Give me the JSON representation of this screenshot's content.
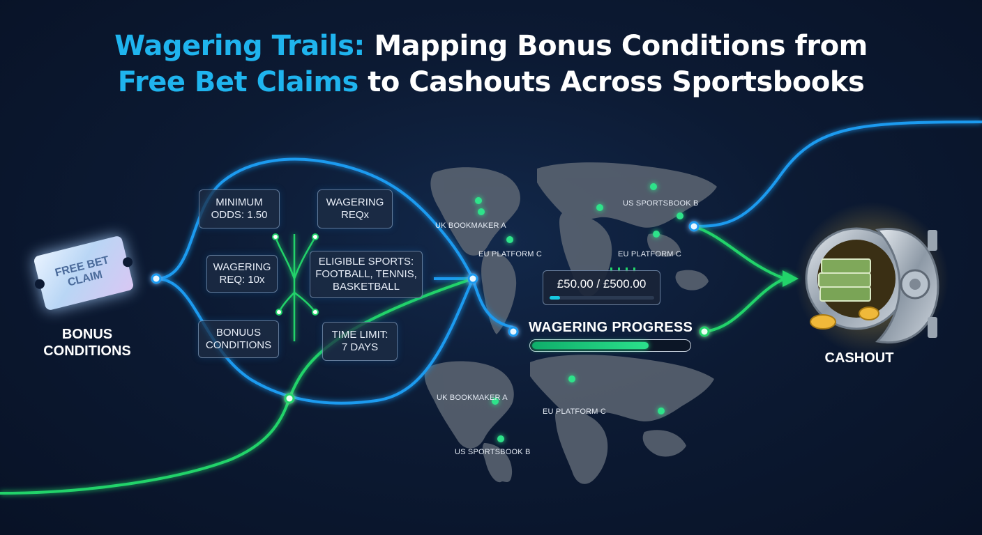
{
  "title": {
    "line1_highlight": "Wagering Trails:",
    "line1_rest": "Mapping Bonus Conditions from",
    "line2_highlight": "Free Bet Claims",
    "line2_rest": "to Cashouts Across Sportsbooks"
  },
  "ticket": {
    "line1": "FREE BET",
    "line2": "CLAIM"
  },
  "left_label": {
    "line1": "BONUS",
    "line2": "CONDITIONS"
  },
  "conditions": {
    "min_odds": {
      "line1": "MINIMUM",
      "line2": "ODDS: 1.50"
    },
    "wagering_req_x": {
      "line1": "WAGERING",
      "line2": "REQx"
    },
    "wagering_req_10x": {
      "line1": "WAGERING",
      "line2": "REQ: 10x"
    },
    "eligible_sports": {
      "line1": "ELIGIBLE SPORTS:",
      "line2": "FOOTBALL, TENNIS,",
      "line3": "BASKETBALL"
    },
    "bonus_conditions": {
      "line1": "BONUUS",
      "line2": "CONDITIONS"
    },
    "time_limit": {
      "line1": "TIME LIMIT:",
      "line2": "7 DAYS"
    }
  },
  "map_top_labels": {
    "uk": "UK BOOKMAKER A",
    "us": "US SPORTSBOOK B",
    "eu_c_left": "EU PLATFORM C",
    "eu_c_right": "EU PLATFORM C"
  },
  "map_bottom_labels": {
    "uk": "UK BOOKMAKER A",
    "eu": "EU PLATFORM C",
    "us": "US SPORTSBOOK B"
  },
  "progress": {
    "amount_text": "£50.00 / £500.00",
    "fraction": 0.1
  },
  "wagering_progress": {
    "label": "WAGERING PROGRESS",
    "fraction": 0.75
  },
  "cashout_label": "CASHOUT",
  "colors": {
    "blue_trail": "#1f9bf0",
    "green_trail": "#22d36a",
    "title_accent": "#1fb4ee"
  }
}
